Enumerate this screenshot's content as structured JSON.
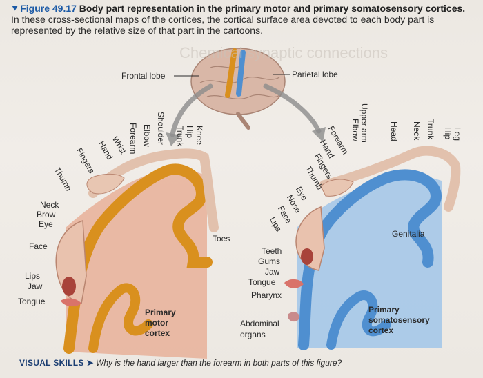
{
  "caption": {
    "figure": "Figure 49.17",
    "title": "Body part representation in the primary motor and primary somatosensory cortices.",
    "text": "In these cross-sectional maps of the cortices, the cortical surface area devoted to each body part is represented by the relative size of that part in the cartoons."
  },
  "ghost": {
    "line1": "Chemical synaptic connections"
  },
  "lobes": {
    "frontal": "Frontal lobe",
    "parietal": "Parietal lobe"
  },
  "motor": {
    "rotated": [
      "Knee",
      "Hip",
      "Trunk",
      "Shoulder",
      "Elbow",
      "Forearm",
      "Wrist",
      "Hand",
      "Fingers",
      "Thumb"
    ],
    "flat": [
      "Neck",
      "Brow",
      "Eye",
      "Face",
      "Lips",
      "Jaw",
      "Tongue",
      "Toes"
    ],
    "title": [
      "Primary",
      "motor",
      "cortex"
    ]
  },
  "sensory": {
    "rotated": [
      "Leg",
      "Hip",
      "Trunk",
      "Neck",
      "Head",
      "Upper arm",
      "Elbow",
      "Forearm",
      "Hand",
      "Fingers",
      "Thumb",
      "Eye",
      "Nose",
      "Face",
      "Lips"
    ],
    "flat": [
      "Teeth",
      "Gums",
      "Jaw",
      "Tongue",
      "Pharynx",
      "Genitalia"
    ],
    "abdominal": [
      "Abdominal",
      "organs"
    ],
    "title": [
      "Primary",
      "somatosensory",
      "cortex"
    ]
  },
  "visual_skills": {
    "label": "VISUAL SKILLS ➤",
    "question": "Why is the hand larger than the forearm in both parts of this figure?"
  },
  "colors": {
    "accent": "#1c5aa6",
    "motor_cortex": "#d9901e",
    "somatosensory_cortex": "#4f8fd0"
  }
}
